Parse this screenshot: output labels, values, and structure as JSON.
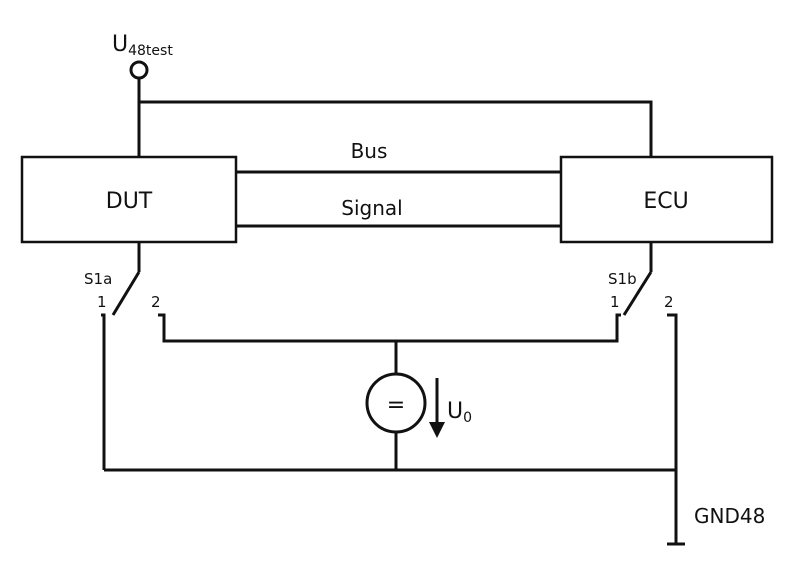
{
  "diagram": {
    "supply": {
      "symbol": "U",
      "subscript": "48test"
    },
    "blocks": {
      "dut": "DUT",
      "ecu": "ECU"
    },
    "connections": {
      "bus": "Bus",
      "signal": "Signal"
    },
    "switches": {
      "s1a": {
        "name": "S1a",
        "pos1": "1",
        "pos2": "2"
      },
      "s1b": {
        "name": "S1b",
        "pos1": "1",
        "pos2": "2"
      }
    },
    "source": {
      "symbol": "=",
      "voltage": "U",
      "voltage_subscript": "0"
    },
    "ground": "GND48"
  }
}
